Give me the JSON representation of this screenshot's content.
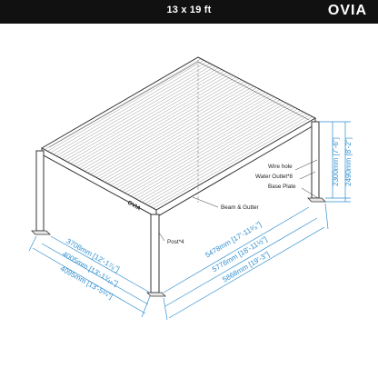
{
  "header": {
    "title": "13 x 19 ft",
    "brand": "OVIA"
  },
  "labels": {
    "wire_hole": "Wire hole",
    "water_outlet": "Water Outlet*8",
    "base_plate": "Base Plate",
    "beam_gutter": "Beam & Gutter",
    "post": "Post*4",
    "roof_brand": "OVIA"
  },
  "dimensions": {
    "height_inner": "2300mm [7'-6\"]",
    "height_outer": "2490mm [8'-2\"]",
    "width_inner": "3708mm [12'-1⁷⁄₈\"]",
    "width_mid": "4005mm [13'-1⁵⁄₁₆\"]",
    "width_outer": "4095mm [13'-5¼\"]",
    "length_inner": "5478mm [17'-11⁵⁄₈\"]",
    "length_mid": "5778mm [18'-11½\"]",
    "length_outer": "5868mm [19'-3\"]"
  },
  "colors": {
    "dimension": "#2f8fd0",
    "structure": "#333333",
    "header": "#111111"
  }
}
